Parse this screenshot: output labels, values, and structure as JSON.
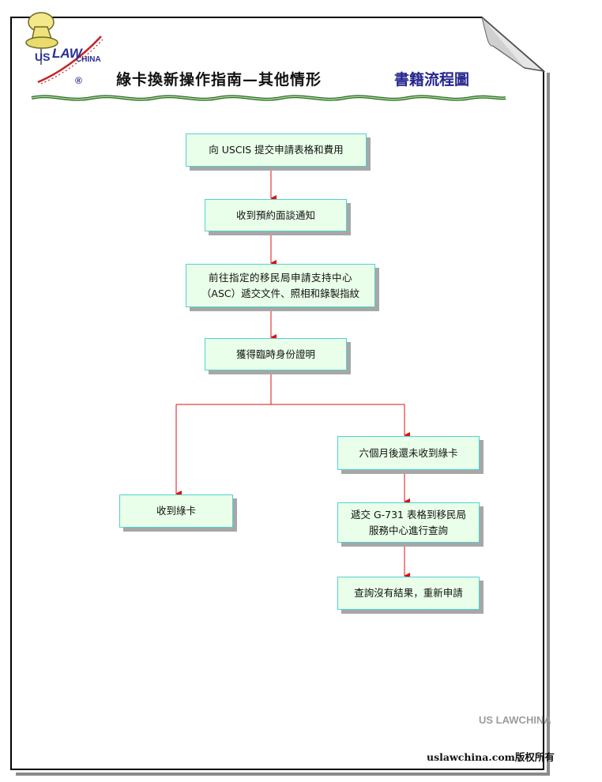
{
  "logo": {
    "top_text": "US LAWCHINA",
    "us": "US",
    "law": "LAW",
    "china": "CHINA",
    "registered": "®"
  },
  "header": {
    "title": "綠卡換新操作指南—其他情形",
    "subtitle": "書籍流程圖"
  },
  "flow": {
    "step1": "向 USCIS 提交申請表格和費用",
    "step2": "收到預約面談通知",
    "step3_line1": "前往指定的移民局申請支持中心",
    "step3_line2": "（ASC）遞交文件、照相和錄製指紋",
    "step4": "獲得臨時身份證明",
    "left_branch": "收到綠卡",
    "right1": "六個月後還未收到綠卡",
    "right2_line1": "遞交 G-731 表格到移民局",
    "right2_line2": "服務中心進行查詢",
    "right3": "查詢沒有結果，重新申請"
  },
  "footer": {
    "watermark": "US LAWCHINA",
    "copyright": "uslawchina.com版权所有"
  },
  "colors": {
    "box_fill": "#e9ffe9",
    "box_border": "#4fd2d2",
    "connector": "#e01010",
    "subtitle": "#26268f"
  }
}
